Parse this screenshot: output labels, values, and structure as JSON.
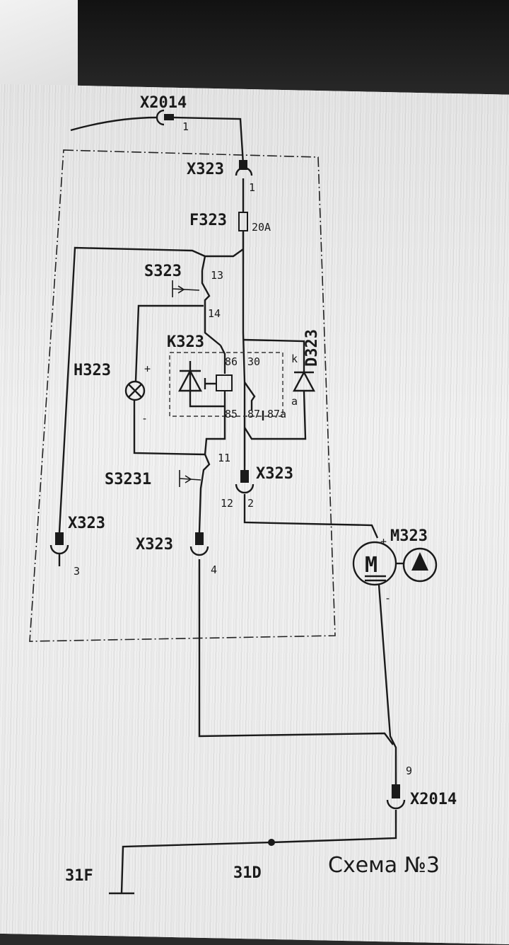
{
  "connectors": {
    "x2014_top": "X2014",
    "x2014_top_pin": "1",
    "x323_top": "X323",
    "x323_top_pin": "1",
    "x323_mid": "X323",
    "x323_mid_pin_a": "12",
    "x323_mid_pin_b": "2",
    "x323_left": "X323",
    "x323_left_pin": "3",
    "x323_center": "X323",
    "x323_center_pin": "4",
    "x2014_bottom": "X2014",
    "x2014_bottom_pin": "9"
  },
  "fuse": {
    "label": "F323",
    "rating": "20A"
  },
  "switch_main": {
    "label": "S323",
    "pin_a": "13",
    "pin_b": "14"
  },
  "switch_secondary": {
    "label": "S3231",
    "pin": "11"
  },
  "relay": {
    "label": "K323",
    "pin_86": "86",
    "pin_30": "30",
    "pin_85": "85",
    "pin_87": "87",
    "pin_87a": "87a"
  },
  "diode": {
    "label": "D323",
    "cathode": "k",
    "anode": "a"
  },
  "lamp": {
    "label": "H323",
    "plus": "+",
    "minus": "-"
  },
  "motor": {
    "label": "M323",
    "symbol": "M",
    "plus": "+",
    "minus": "-"
  },
  "grounds": {
    "ground_left": "31F",
    "ground_mid": "31D"
  },
  "caption": "Схема №3"
}
